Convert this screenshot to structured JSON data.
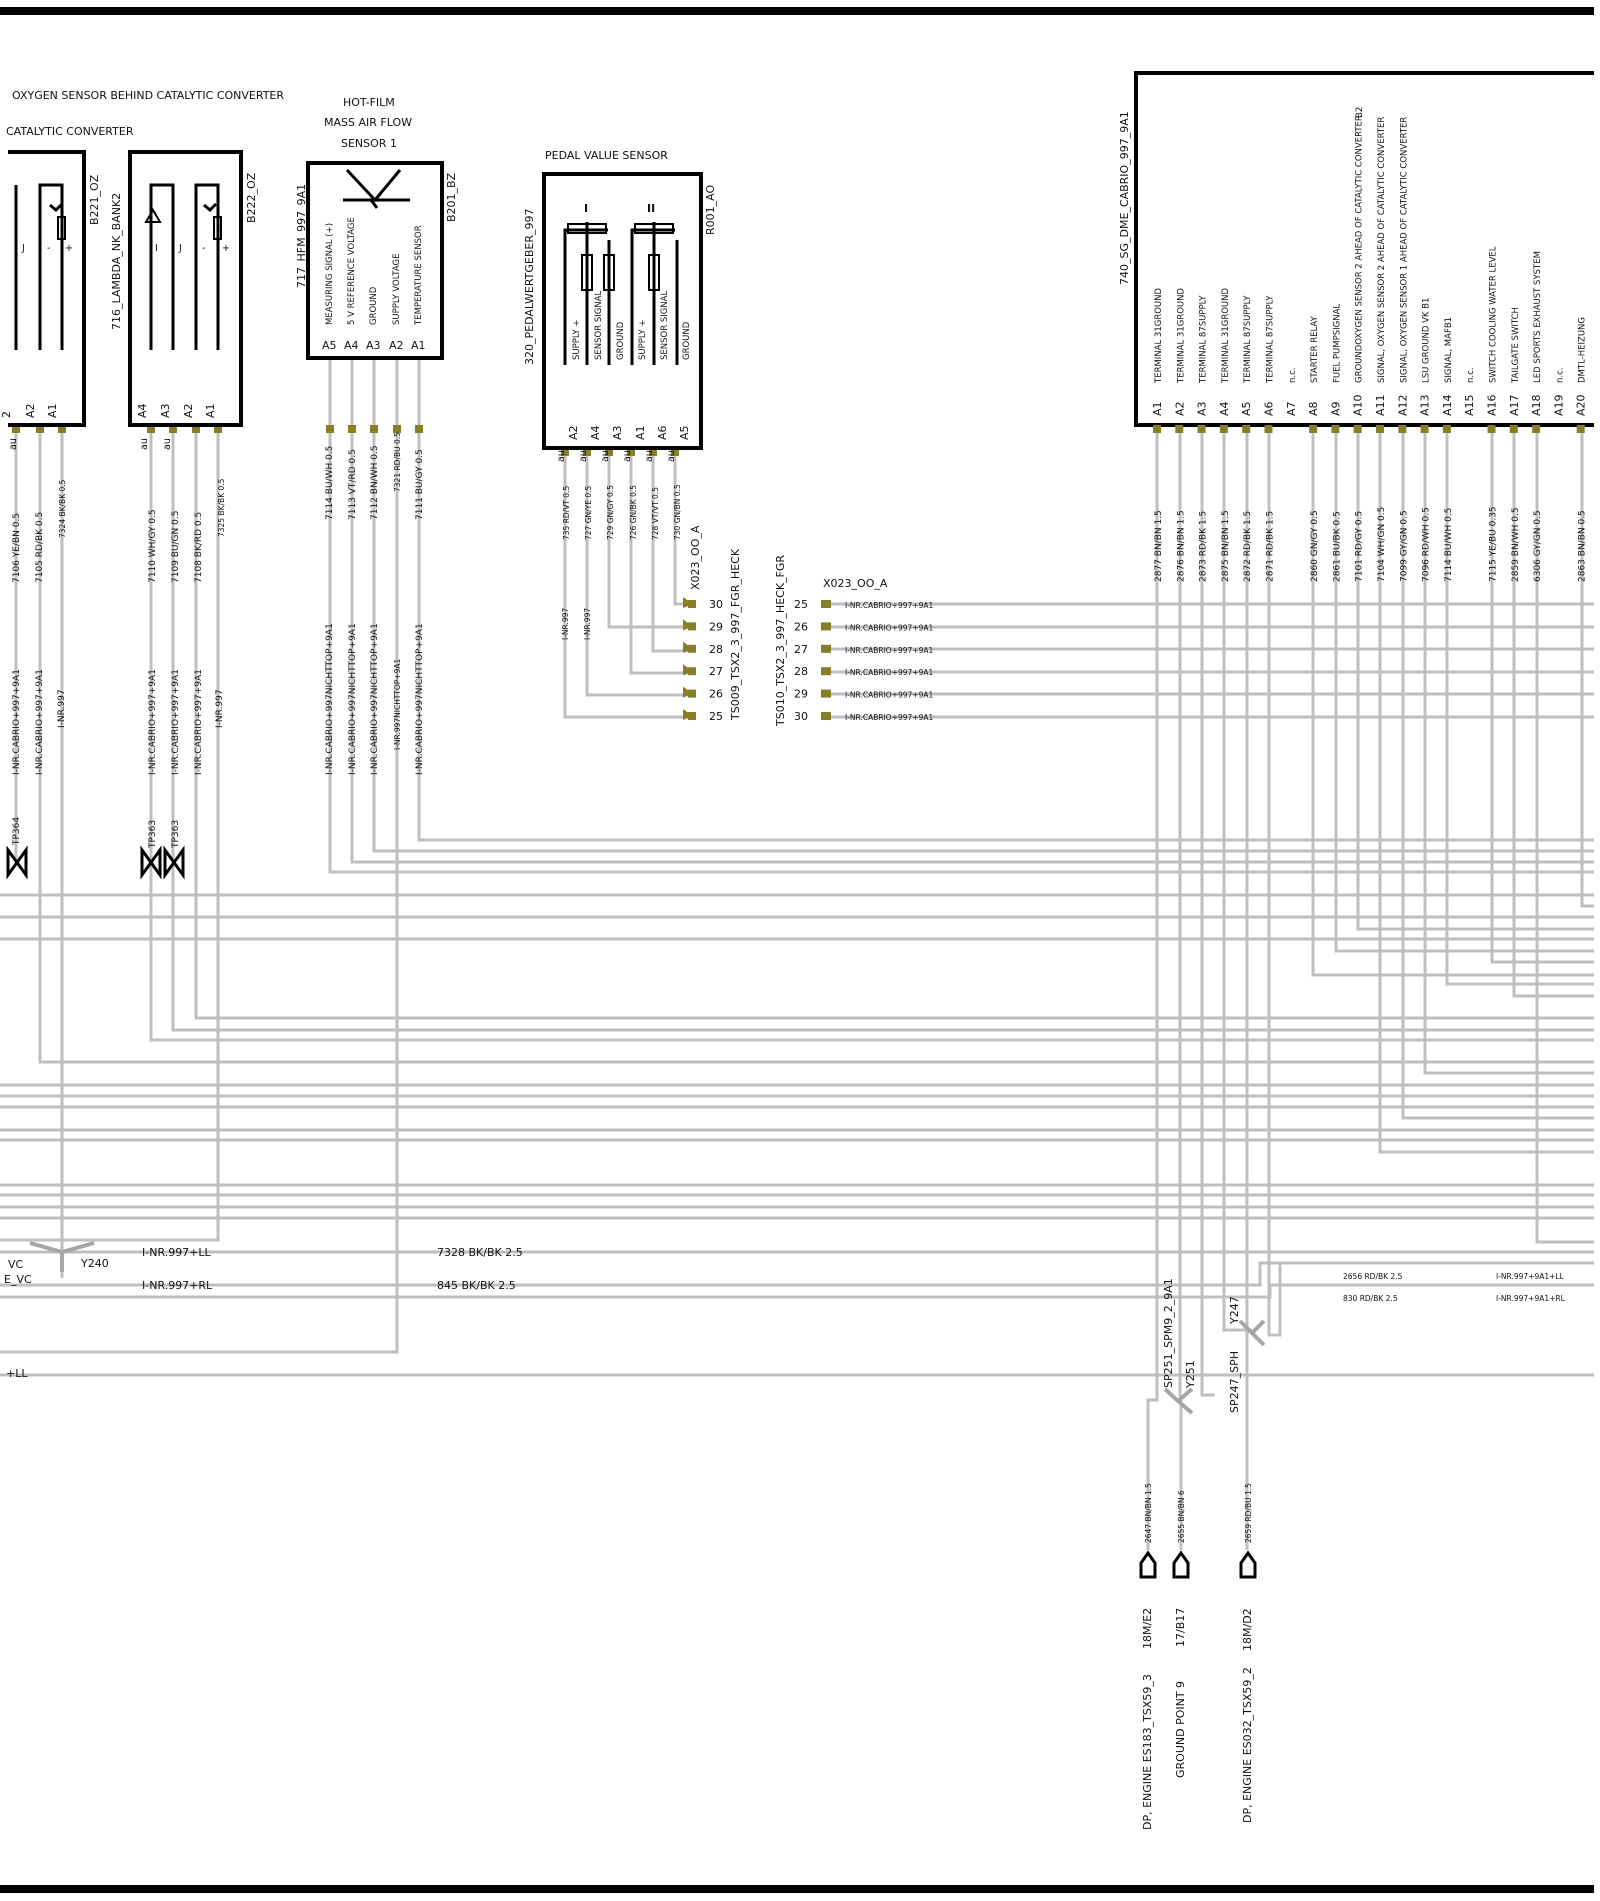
{
  "colors": {
    "wire": "#bfbfbf",
    "pin": "#857f27",
    "frame": "#000000",
    "background": "#ffffff"
  },
  "labels": {
    "oz_behind_title": "OXYGEN SENSOR BEHIND CATALYTIC CONVERTER",
    "oz_cat_title": "CATALYTIC CONVERTER",
    "hfm_title1": "HOT-FILM",
    "hfm_title2": "MASS AIR  FLOW",
    "hfm_title3": "SENSOR 1",
    "pedal_title": "PEDAL VALUE SENSOR"
  },
  "components": {
    "b221": "B221_OZ",
    "lambda": "716_LAMBDA_NK_BANK2",
    "b222": "B222_OZ",
    "hfm": "717_HFM_997_9A1",
    "b201": "B201_BZ",
    "pedal": "320_PEDALWERTGEBER_997",
    "r001": "R001_AO",
    "dme": "740_SG_DME_CABRIO_997_9A1",
    "x023_a": "X023_OO_A",
    "x023_b": "X023_OO_A",
    "ts009": "TS009_TSX2_3_997_FGR_HECK",
    "ts010": "TS010_TSX2_3_997_HECK_FGR",
    "y240": "Y240",
    "y251": "Y251",
    "y247": "Y247",
    "sp251": "SP251_SPM9_2_9A1",
    "sp247": "SP247_SPH",
    "tp364": "TP364",
    "tp363a": "TP363",
    "tp363b": "TP363"
  },
  "oz1": {
    "pins": [
      "A2",
      "A1"
    ],
    "au": "au",
    "sym": {
      "j": "J",
      "minus": "-",
      "plus": "+"
    },
    "wires": [
      "7106 YE/BN 0.5",
      "7105 RD/BK 0.5",
      "7324 BK/BK 0.5"
    ],
    "inr": [
      "I-NR.CABRIO+997+9A1",
      "I-NR.CABRIO+997+9A1",
      "I-NR.997"
    ]
  },
  "oz2": {
    "pins": [
      "A4",
      "A3",
      "A2",
      "A1"
    ],
    "au": "au",
    "sym": {
      "i": "I",
      "j": "J",
      "minus": "-",
      "plus": "+"
    },
    "wires": [
      "7110 WH/GY 0.5",
      "7109 BU/GN 0.5",
      "7108 BK/RD 0.5",
      "7325 BK/BK 0.5"
    ],
    "inr": [
      "I-NR.CABRIO+997+9A1",
      "I-NR.CABRIO+997+9A1",
      "I-NR.CABRIO+997+9A1",
      "I-NR.997"
    ]
  },
  "hfm": {
    "pins": [
      "A5",
      "A4",
      "A3",
      "A2",
      "A1"
    ],
    "signals": [
      "MEASURING SIGNAL (+)",
      "5 V REFERENCE VOLTAGE",
      "GROUND",
      "SUPPLY VOLTAGE",
      "TEMPERATURE SENSOR"
    ],
    "wires": [
      "7114 BU/WH 0.5",
      "7113 VT/RD 0.5",
      "7112 BN/WH 0.5",
      "7321 RD/BU 0.5",
      "7111 BU/GY 0.5"
    ],
    "inr": [
      "I-NR.CABRIO+997NICHTTOP+9A1",
      "I-NR.CABRIO+997NICHTTOP+9A1",
      "I-NR.CABRIO+997NICHTTOP+9A1",
      "I-NR.997NICHTTOP+9A1",
      "I-NR.CABRIO+997NICHTTOP+9A1"
    ]
  },
  "pedal": {
    "pins": [
      "A2",
      "A4",
      "A3",
      "A1",
      "A6",
      "A5"
    ],
    "au": "au",
    "signals": [
      "SUPPLY +",
      "SENSOR SIGNAL",
      "GROUND",
      "SUPPLY +",
      "SENSOR SIGNAL",
      "GROUND"
    ],
    "wires": [
      "735 RD/VT 0.5",
      "727 GN/YE 0.5",
      "729 GN/GY 0.5",
      "726 GN/BK 0.5",
      "728 VT/VT 0.5",
      "730 GN/BN 0.5"
    ],
    "inr": [
      "I-NR.997",
      "I-NR.997"
    ],
    "sym1": "I",
    "sym2": "II"
  },
  "x023_left": {
    "pins": [
      "30",
      "29",
      "28",
      "27",
      "26",
      "25"
    ]
  },
  "x023_right": {
    "pins": [
      "25",
      "26",
      "27",
      "28",
      "29",
      "30"
    ],
    "inr": "I-NR.CABRIO+997+9A1"
  },
  "dme": {
    "pins": [
      "A1",
      "A2",
      "A3",
      "A4",
      "A5",
      "A6",
      "A7",
      "A8",
      "A9",
      "A10",
      "A11",
      "A12",
      "A13",
      "A14",
      "A15",
      "A16",
      "A17",
      "A18",
      "A19",
      "A20"
    ],
    "signals": [
      "TERMINAL 31GROUND",
      "TERMINAL 31GROUND",
      "TERMINAL 87SUPPLY",
      "TERMINAL 31GROUND",
      "TERMINAL 87SUPPLY",
      "TERMINAL 87SUPPLY",
      "n.c.",
      "STARTER RELAY",
      "FUEL PUMPSIGNAL",
      "GROUNDOXYGEN SENSOR 2 AHEAD OF CATALYTIC CONVERTER",
      "SIGNAL, OXYGEN SENSOR 2 AHEAD OF CATALYTIC CONVERTER",
      "SIGNAL, OXYGEN SENSOR 1 AHEAD OF CATALYTIC CONVERTER",
      "LSU GROUND VK B1",
      "SIGNAL, MAFB1",
      "n.c.",
      "SWITCH COOLING WATER LEVEL",
      "TAILGATE SWITCH",
      "LED  SPORTS EXHAUST SYSTEM",
      "n.c.",
      "DMTL-HEIZUNG"
    ],
    "extra": "B2",
    "wires": [
      "2877 BN/BN 1.5",
      "2876 BN/BN 1.5",
      "2873 RD/BK 1.5",
      "2875 BN/BN 1.5",
      "2872 RD/BK 1.5",
      "2871 RD/BK 1.5",
      "",
      "2860 GN/GY 0.5",
      "2861 BU/BK 0.5",
      "7101 RD/GY 0.5",
      "7104 WH/GN 0.5",
      "7099 GY/GN 0.5",
      "7096 RD/WH 0.5",
      "7114 BU/WH 0.5",
      "",
      "7115 YE/BU 0.35",
      "2859 BN/WH 0.5",
      "6306 GY/GN 0.5",
      "",
      "2863 BN/BN 0.5"
    ]
  },
  "bus": {
    "inr_ll": "I-NR.997+LL",
    "inr_rl": "I-NR.997+RL",
    "w7328": "7328 BK/BK 2.5",
    "w845": "845 BK/BK 2.5",
    "w2656": "2656 RD/BK 2.5",
    "w830": "830 RD/BK 2.5",
    "inr_ll2": "I-NR.997+9A1+LL",
    "inr_rl2": "I-NR.997+9A1+RL",
    "vc": "VC",
    "evc": "E_VC",
    "ll": "+LL"
  },
  "grounds": {
    "g1": {
      "wire": "2647 BN/BN 1.5",
      "ref": "18M/E2",
      "name": "DP, ENGINE ES183_TSX59_3"
    },
    "g2": {
      "wire": "2655 BN/BN 6",
      "ref": "17/B17",
      "name": "GROUND POINT 9"
    },
    "g3": {
      "wire": "2659 RD/BU 1.5",
      "ref": "18M/D2",
      "name": "DP, ENGINE ES032_TSX59_2"
    }
  }
}
